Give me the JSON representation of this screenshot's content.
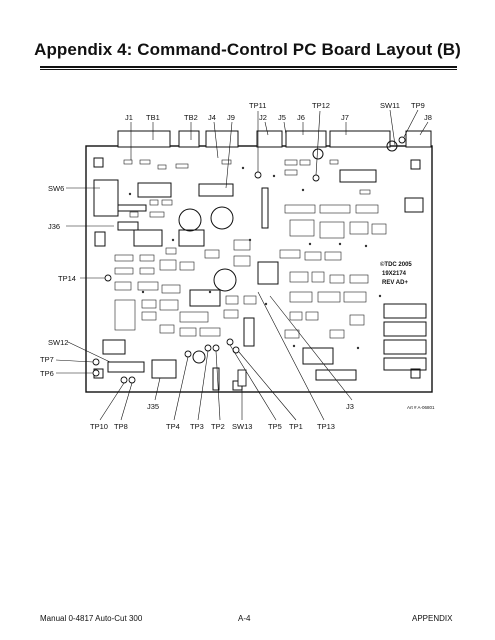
{
  "page": {
    "title": "Appendix 4:  Command-Control PC Board Layout (B)"
  },
  "labels": {
    "top": {
      "J1": "J1",
      "TB1": "TB1",
      "TB2": "TB2",
      "J4": "J4",
      "J9": "J9",
      "TP11": "TP11",
      "J2": "J2",
      "J5": "J5",
      "J6": "J6",
      "TP12": "TP12",
      "J7": "J7",
      "SW11": "SW11",
      "TP9": "TP9",
      "J8": "J8"
    },
    "left": {
      "SW6": "SW6",
      "J36": "J36",
      "TP14": "TP14",
      "SW12": "SW12",
      "TP7": "TP7",
      "TP6": "TP6"
    },
    "bottom": {
      "J35": "J35",
      "J3": "J3",
      "TP10": "TP10",
      "TP8": "TP8",
      "TP4": "TP4",
      "TP3": "TP3",
      "TP2": "TP2",
      "SW13": "SW13",
      "TP5": "TP5",
      "TP1": "TP1",
      "TP13": "TP13"
    }
  },
  "board": {
    "copyright": "©TDC 2005",
    "part_number": "19X2174",
    "revision": "REV AD+"
  },
  "art_ref": "Art # A-06801",
  "footer": {
    "left": "Manual  0-4817 Auto-Cut 300",
    "center": "A-4",
    "right": "APPENDIX"
  }
}
